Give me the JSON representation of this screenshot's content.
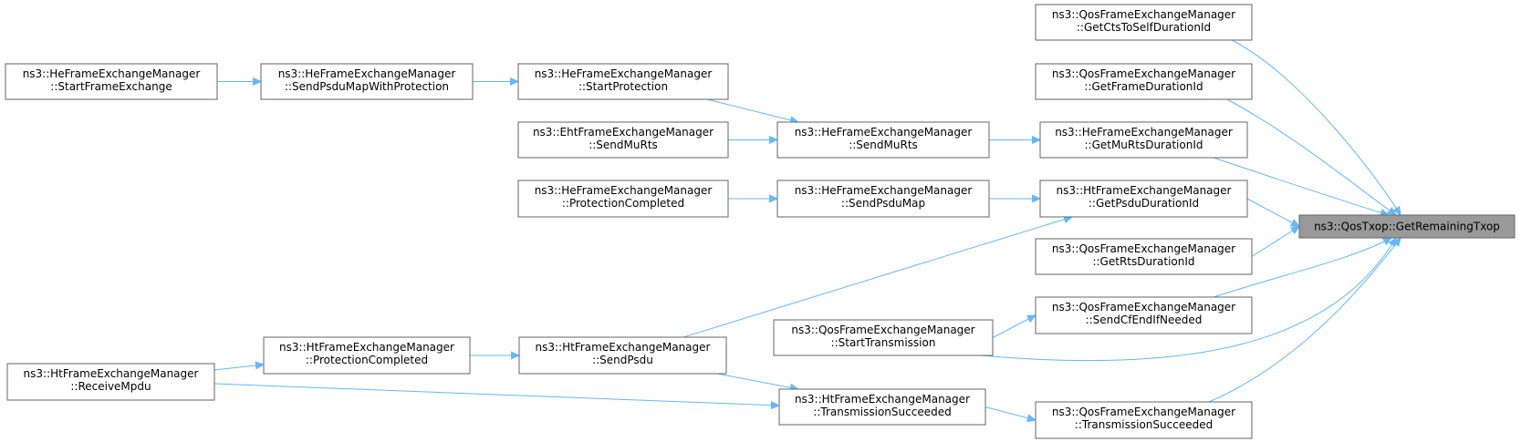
{
  "graph": {
    "colors": {
      "edge": "#63b8ff",
      "node_border": "#666666",
      "root_fill": "#999999",
      "node_fill": "#ffffff"
    },
    "root": {
      "id": "root",
      "lines": [
        "ns3::QosTxop::GetRemainingTxop"
      ]
    },
    "nodes": [
      {
        "id": "qfem_ctsself",
        "lines": [
          "ns3::QosFrameExchangeManager",
          "::GetCtsToSelfDurationId"
        ]
      },
      {
        "id": "qfem_framedur",
        "lines": [
          "ns3::QosFrameExchangeManager",
          "::GetFrameDurationId"
        ]
      },
      {
        "id": "hefem_murtsdur",
        "lines": [
          "ns3::HeFrameExchangeManager",
          "::GetMuRtsDurationId"
        ]
      },
      {
        "id": "htfem_psdudur",
        "lines": [
          "ns3::HtFrameExchangeManager",
          "::GetPsduDurationId"
        ]
      },
      {
        "id": "qfem_rtsdur",
        "lines": [
          "ns3::QosFrameExchangeManager",
          "::GetRtsDurationId"
        ]
      },
      {
        "id": "qfem_cfend",
        "lines": [
          "ns3::QosFrameExchangeManager",
          "::SendCfEndIfNeeded"
        ]
      },
      {
        "id": "qfem_txsucc",
        "lines": [
          "ns3::QosFrameExchangeManager",
          "::TransmissionSucceeded"
        ]
      },
      {
        "id": "hefem_sendmurts",
        "lines": [
          "ns3::HeFrameExchangeManager",
          "::SendMuRts"
        ]
      },
      {
        "id": "hefem_sendpsdumap",
        "lines": [
          "ns3::HeFrameExchangeManager",
          "::SendPsduMap"
        ]
      },
      {
        "id": "qfem_starttx",
        "lines": [
          "ns3::QosFrameExchangeManager",
          "::StartTransmission"
        ]
      },
      {
        "id": "htfem_txsucc",
        "lines": [
          "ns3::HtFrameExchangeManager",
          "::TransmissionSucceeded"
        ]
      },
      {
        "id": "hefem_startprot",
        "lines": [
          "ns3::HeFrameExchangeManager",
          "::StartProtection"
        ]
      },
      {
        "id": "ehtfem_sendmurts",
        "lines": [
          "ns3::EhtFrameExchangeManager",
          "::SendMuRts"
        ]
      },
      {
        "id": "hefem_protcompl",
        "lines": [
          "ns3::HeFrameExchangeManager",
          "::ProtectionCompleted"
        ]
      },
      {
        "id": "htfem_sendpsdu",
        "lines": [
          "ns3::HtFrameExchangeManager",
          "::SendPsdu"
        ]
      },
      {
        "id": "hefem_sendpsdumapprot",
        "lines": [
          "ns3::HeFrameExchangeManager",
          "::SendPsduMapWithProtection"
        ]
      },
      {
        "id": "htfem_protcompl",
        "lines": [
          "ns3::HtFrameExchangeManager",
          "::ProtectionCompleted"
        ]
      },
      {
        "id": "hefem_startfe",
        "lines": [
          "ns3::HeFrameExchangeManager",
          "::StartFrameExchange"
        ]
      },
      {
        "id": "htfem_recvmpdu",
        "lines": [
          "ns3::HtFrameExchangeManager",
          "::ReceiveMpdu"
        ]
      }
    ],
    "edges": [
      {
        "from": "qfem_ctsself",
        "to": "root"
      },
      {
        "from": "qfem_framedur",
        "to": "root"
      },
      {
        "from": "hefem_murtsdur",
        "to": "root"
      },
      {
        "from": "htfem_psdudur",
        "to": "root"
      },
      {
        "from": "qfem_rtsdur",
        "to": "root"
      },
      {
        "from": "qfem_cfend",
        "to": "root"
      },
      {
        "from": "qfem_starttx",
        "to": "root"
      },
      {
        "from": "qfem_txsucc",
        "to": "root"
      },
      {
        "from": "hefem_sendmurts",
        "to": "hefem_murtsdur"
      },
      {
        "from": "hefem_sendpsdumap",
        "to": "htfem_psdudur"
      },
      {
        "from": "htfem_sendpsdu",
        "to": "htfem_psdudur"
      },
      {
        "from": "qfem_starttx",
        "to": "qfem_cfend"
      },
      {
        "from": "htfem_txsucc",
        "to": "qfem_txsucc"
      },
      {
        "from": "hefem_startprot",
        "to": "hefem_sendmurts"
      },
      {
        "from": "ehtfem_sendmurts",
        "to": "hefem_sendmurts"
      },
      {
        "from": "hefem_protcompl",
        "to": "hefem_sendpsdumap"
      },
      {
        "from": "htfem_protcompl",
        "to": "htfem_sendpsdu"
      },
      {
        "from": "htfem_sendpsdu",
        "to": "htfem_txsucc"
      },
      {
        "from": "hefem_sendpsdumapprot",
        "to": "hefem_startprot"
      },
      {
        "from": "hefem_startfe",
        "to": "hefem_sendpsdumapprot"
      },
      {
        "from": "htfem_recvmpdu",
        "to": "htfem_protcompl"
      },
      {
        "from": "htfem_recvmpdu",
        "to": "htfem_txsucc"
      }
    ]
  }
}
